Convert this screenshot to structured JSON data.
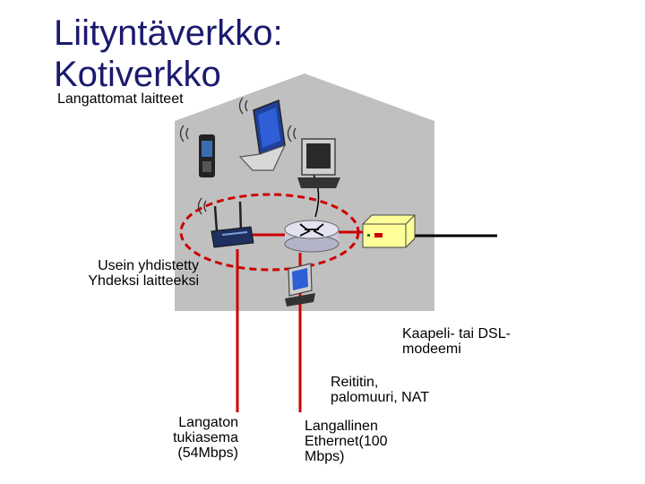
{
  "title": "Liityntäverkko:\nKotiverkko",
  "wireless_devices_label": "Langattomat laitteet",
  "combined_note": "Usein yhdistetty\nYhdeksi laitteeksi",
  "modem_label": "Kaapeli- tai DSL-\nmodeemi",
  "router_label": "Reititin,\npalomuuri, NAT",
  "access_point_label": "Langaton\ntukiasema\n(54Mbps)",
  "ethernet_label": "Langallinen\nEthernet(100\nMbps)",
  "colors": {
    "house": "#c0c0c0",
    "link": "#cc0000",
    "dashed": "#cc0000",
    "title": "#1a1a6e"
  }
}
